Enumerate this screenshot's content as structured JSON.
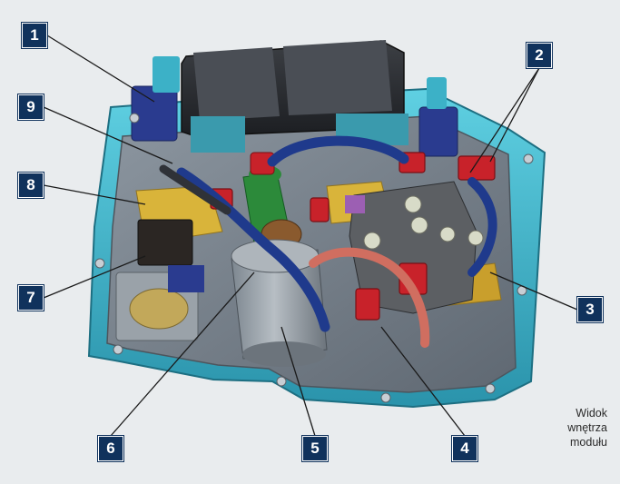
{
  "callouts": [
    {
      "id": "1",
      "label": "1"
    },
    {
      "id": "2",
      "label": "2"
    },
    {
      "id": "3",
      "label": "3"
    },
    {
      "id": "4",
      "label": "4"
    },
    {
      "id": "5",
      "label": "5"
    },
    {
      "id": "6",
      "label": "6"
    },
    {
      "id": "7",
      "label": "7"
    },
    {
      "id": "8",
      "label": "8"
    },
    {
      "id": "9",
      "label": "9"
    }
  ],
  "caption": {
    "line1": "Widok",
    "line2": "wnętrza",
    "line3": "modułu"
  },
  "colors": {
    "background": "#e9ecee",
    "callout_box": "#10325c",
    "housing": "#3fb8cf",
    "wires": "#1f3a8c",
    "connectors": "#c8222a",
    "leader_lines": "#1a1a1a"
  }
}
